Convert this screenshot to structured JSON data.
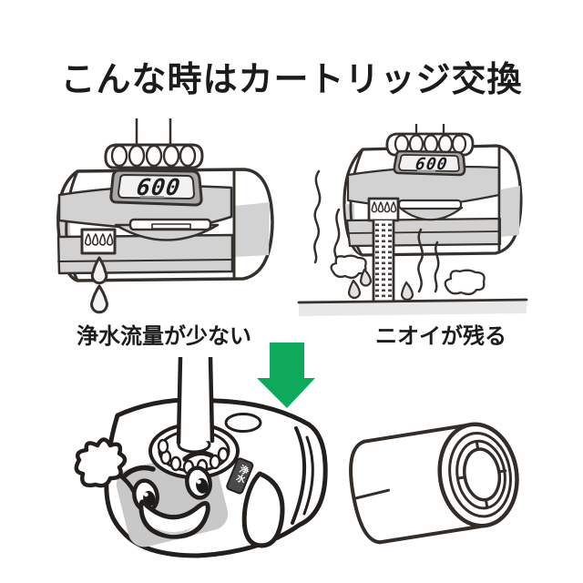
{
  "title": "こんな時はカートリッジ交換",
  "scenarios": [
    {
      "id": "low-flow",
      "caption": "浄水流量が少ない",
      "device": {
        "display_value": "600"
      }
    },
    {
      "id": "odor-remains",
      "caption": "ニオイが残る",
      "device": {
        "display_value": "600"
      }
    }
  ],
  "transition": {
    "arrow_icon": "down-arrow",
    "arrow_color": "#0ea95a"
  },
  "replacement": {
    "mascot_label": "浄水"
  },
  "colors": {
    "background": "#ffffff",
    "line_art": "#35302b",
    "mascot_line": "#231f1c",
    "shade_gray": "#d2d2d2",
    "lcd_panel": "#f2f2f2",
    "text": "#1c1c1c",
    "arrow_green": "#0ea95a"
  }
}
